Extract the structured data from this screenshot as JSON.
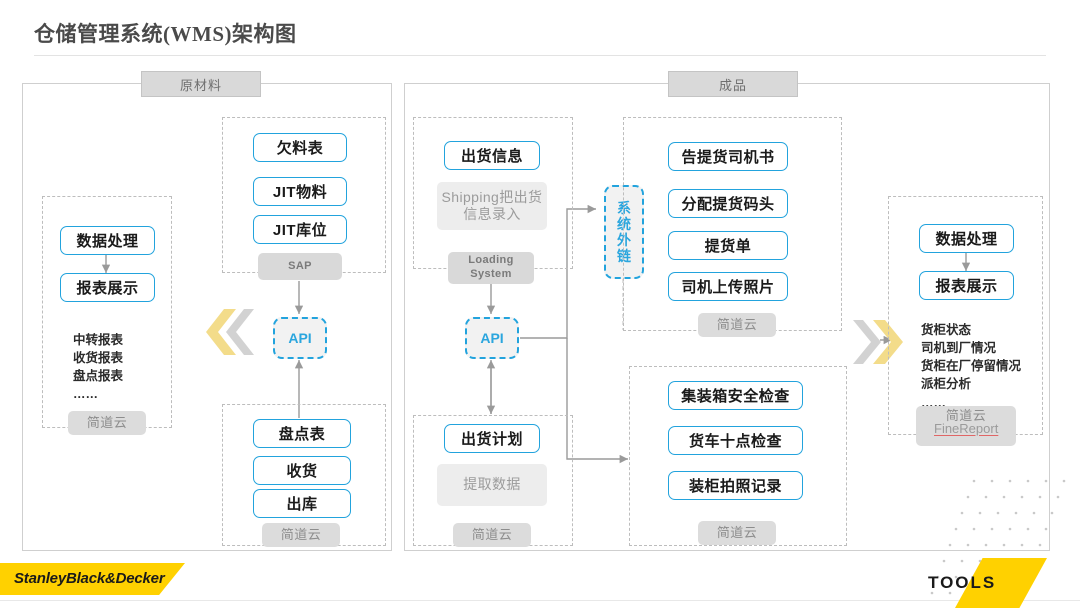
{
  "page": {
    "title": "仓储管理系统(WMS)架构图"
  },
  "panels": {
    "raw_material": {
      "cap": "原材料"
    },
    "finished_goods": {
      "cap": "成品"
    }
  },
  "left_report_group": {
    "boxes": [
      "数据处理",
      "报表展示"
    ],
    "list": "中转报表\n收货报表\n盘点报表\n……",
    "cloud": "简道云"
  },
  "sap_group": {
    "boxes": [
      "欠料表",
      "JIT物料",
      "JIT库位"
    ],
    "system": "SAP"
  },
  "jdy_left_group": {
    "boxes": [
      "盘点表",
      "收货",
      "出库"
    ],
    "cloud": "简道云"
  },
  "api_left": {
    "label": "API"
  },
  "loading_group": {
    "box": "出货信息",
    "note": "Shipping把出货\n信息录入",
    "system": "Loading\nSystem"
  },
  "api_mid": {
    "label": "API"
  },
  "plan_group": {
    "box": "出货计划",
    "note": "提取数据",
    "cloud": "简道云"
  },
  "external_link": {
    "label": "系统外链",
    "chars": [
      "系",
      "统",
      "外",
      "链"
    ]
  },
  "driver_group": {
    "boxes": [
      "告提货司机书",
      "分配提货码头",
      "提货单",
      "司机上传照片"
    ],
    "cloud": "简道云"
  },
  "inspect_group": {
    "boxes": [
      "集装箱安全检查",
      "货车十点检查",
      "装柜拍照记录"
    ],
    "cloud": "简道云"
  },
  "right_report_group": {
    "boxes": [
      "数据处理",
      "报表展示"
    ],
    "list": "货柜状态\n司机到厂情况\n货柜在厂停留情况\n派柜分析\n……",
    "cloud": "简道云",
    "finereport": "FineReport"
  },
  "footer": {
    "brand_left": "StanleyBlack&Decker",
    "brand_right": "TOOLS"
  },
  "colors": {
    "accent_blue": "#22a3dd",
    "brand_yellow": "#FFD100",
    "gray_box": "#d9d9d9",
    "dashed_gray": "#bdbdbd"
  }
}
